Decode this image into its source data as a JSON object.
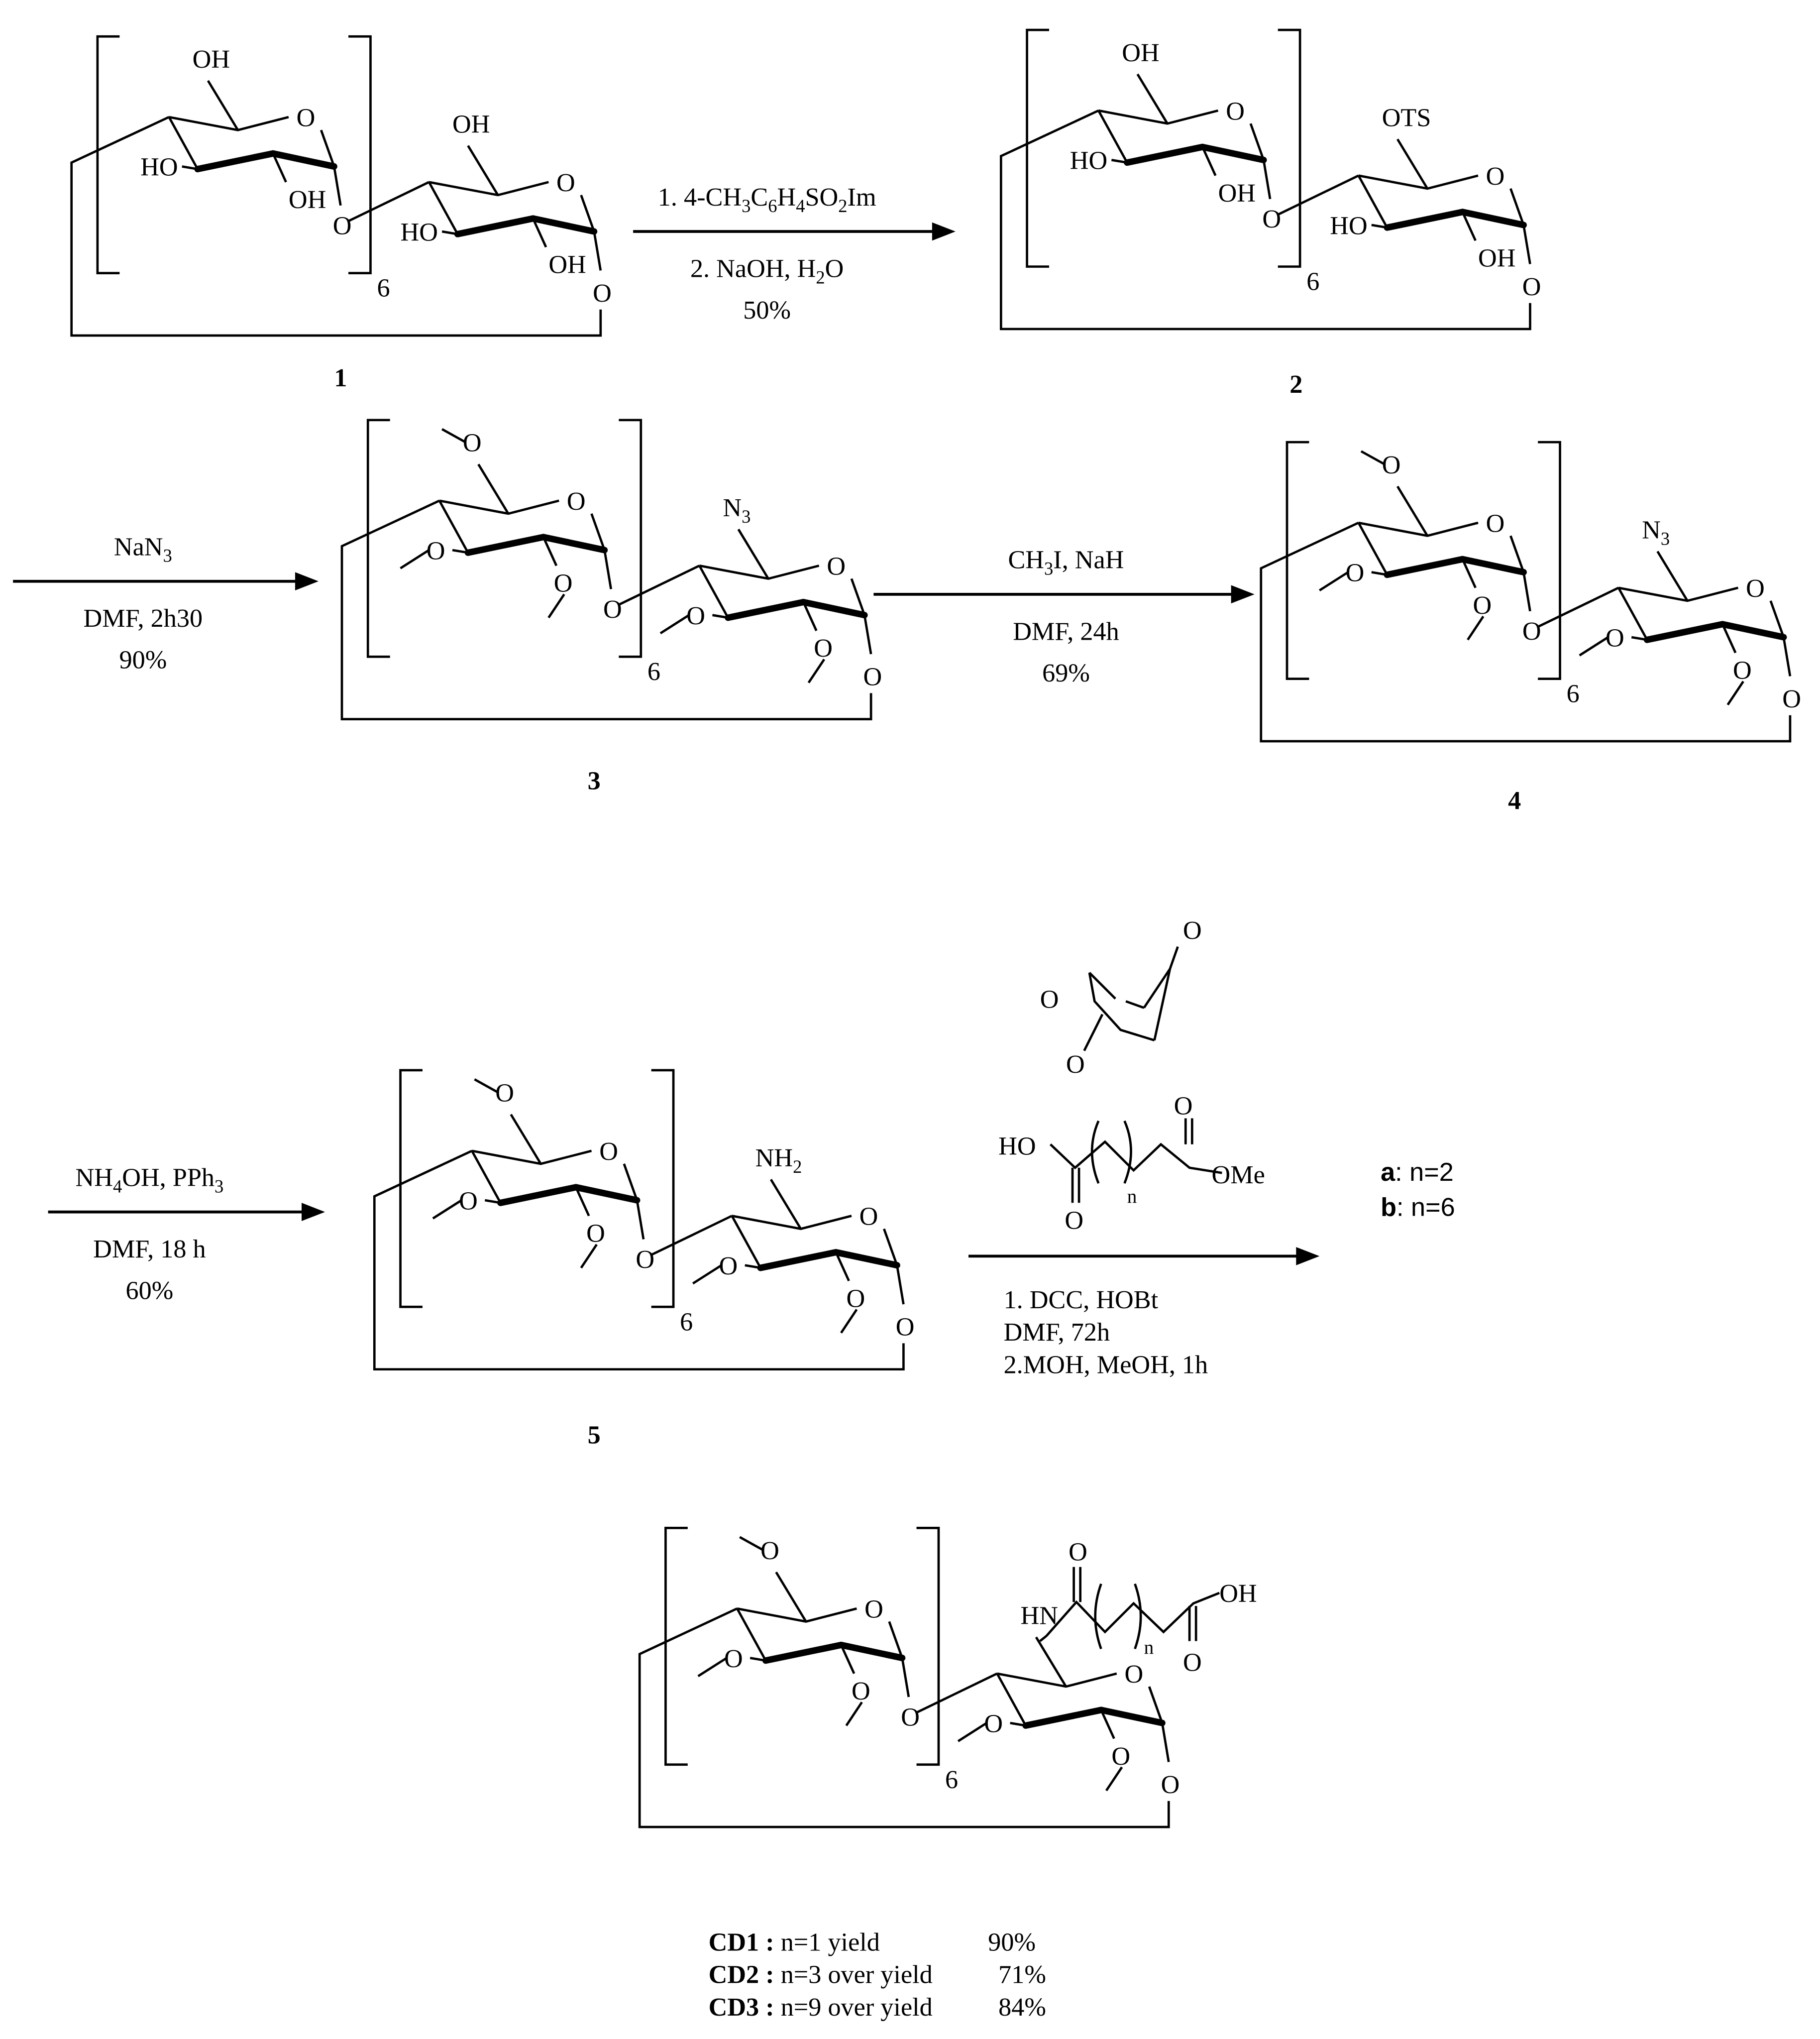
{
  "compounds": [
    {
      "id": "1",
      "methyl": false,
      "ring_a": {
        "c6": [
          "OH"
        ],
        "o3": [
          "HO"
        ],
        "o2": [
          "OH"
        ]
      },
      "ring_b": {
        "c6": [
          "OH"
        ],
        "o3": [
          "HO"
        ],
        "o2": [
          "OH"
        ]
      },
      "glyco_o": "O",
      "end_o": "O",
      "repeat": "6"
    },
    {
      "id": "2",
      "methyl": false,
      "ring_a": {
        "c6": [
          "OH"
        ],
        "o3": [
          "HO"
        ],
        "o2": [
          "OH"
        ]
      },
      "ring_b": {
        "c6": [
          "OTS"
        ],
        "o3": [
          "HO"
        ],
        "o2": [
          "OH"
        ]
      },
      "glyco_o": "O",
      "end_o": "O",
      "repeat": "6"
    },
    {
      "id": "3",
      "methyl": true,
      "ring_a": {
        "c6": [
          "O"
        ],
        "o3": [
          "O"
        ],
        "o2": [
          "O"
        ]
      },
      "ring_b": {
        "c6": [
          "N",
          {
            "sub": "3"
          }
        ],
        "o3": [
          "O"
        ],
        "o2": [
          "O"
        ]
      },
      "glyco_o": "O",
      "end_o": "O",
      "repeat": "6"
    },
    {
      "id": "4",
      "methyl": true,
      "ring_a": {
        "c6": [
          "O"
        ],
        "o3": [
          "O"
        ],
        "o2": [
          "O"
        ]
      },
      "ring_b": {
        "c6": [
          "N",
          {
            "sub": "3"
          }
        ],
        "o3": [
          "O"
        ],
        "o2": [
          "O"
        ]
      },
      "glyco_o": "O",
      "end_o": "O",
      "repeat": "6"
    },
    {
      "id": "5",
      "methyl": true,
      "ring_a": {
        "c6": [
          "O"
        ],
        "o3": [
          "O"
        ],
        "o2": [
          "O"
        ]
      },
      "ring_b": {
        "c6": [
          "NH",
          {
            "sub": "2"
          }
        ],
        "o3": [
          "O"
        ],
        "o2": [
          "O"
        ]
      },
      "glyco_o": "O",
      "end_o": "O",
      "repeat": "6"
    },
    {
      "id": "",
      "methyl": true,
      "ring_a": {
        "c6": [
          "O"
        ],
        "o3": [
          "O"
        ],
        "o2": [
          "O"
        ]
      },
      "ring_b": {
        "c6": [
          "HN"
        ],
        "o3": [
          "O"
        ],
        "o2": [
          "O"
        ]
      },
      "glyco_o": "O",
      "end_o": "O",
      "repeat": "6"
    }
  ],
  "steps": [
    {
      "above": [
        [
          "1. 4-CH",
          {
            "sub": "3"
          },
          "C",
          {
            "sub": "6"
          },
          "H",
          {
            "sub": "4"
          },
          "SO",
          {
            "sub": "2"
          },
          "Im"
        ]
      ],
      "below": [
        [
          "2. NaOH, H",
          {
            "sub": "2"
          },
          "O"
        ],
        [
          "50%"
        ]
      ]
    },
    {
      "above": [
        [
          "NaN",
          {
            "sub": "3"
          }
        ]
      ],
      "below": [
        [
          "DMF, 2h30"
        ],
        [
          "90%"
        ]
      ]
    },
    {
      "above": [
        [
          "CH",
          {
            "sub": "3"
          },
          "I, NaH"
        ]
      ],
      "below": [
        [
          "DMF, 24h"
        ],
        [
          "69%"
        ]
      ]
    },
    {
      "above": [
        [
          "NH",
          {
            "sub": "4"
          },
          "OH, PPh",
          {
            "sub": "3"
          }
        ]
      ],
      "below": [
        [
          "DMF, 18 h"
        ],
        [
          "60%"
        ]
      ]
    },
    {
      "above": [],
      "below": [
        [
          "1. DCC, HOBt"
        ],
        [
          "DMF, 72h"
        ],
        [
          "2.MOH, MeOH, 1h"
        ]
      ]
    }
  ],
  "anhydride": {
    "o_top": "O",
    "o_ring": "O",
    "o_bottom": "O"
  },
  "monoester": {
    "ho": "HO",
    "o_left": "O",
    "o_right": "O",
    "ome": "OMe",
    "n": "n"
  },
  "variants": [
    {
      "key": "a",
      "text": ": n=2"
    },
    {
      "key": "b",
      "text": ": n=6"
    }
  ],
  "product_chain": {
    "o_top": "O",
    "oh": "OH",
    "o_bottom": "O",
    "n": "n"
  },
  "yields": [
    {
      "name": "CD1 :",
      "text": "n=1 yield",
      "value": "90%"
    },
    {
      "name": "CD2 :",
      "text": "n=3  over yield",
      "value": "71%"
    },
    {
      "name": "CD3 :",
      "text": "n=9  over yield",
      "value": "84%"
    }
  ]
}
